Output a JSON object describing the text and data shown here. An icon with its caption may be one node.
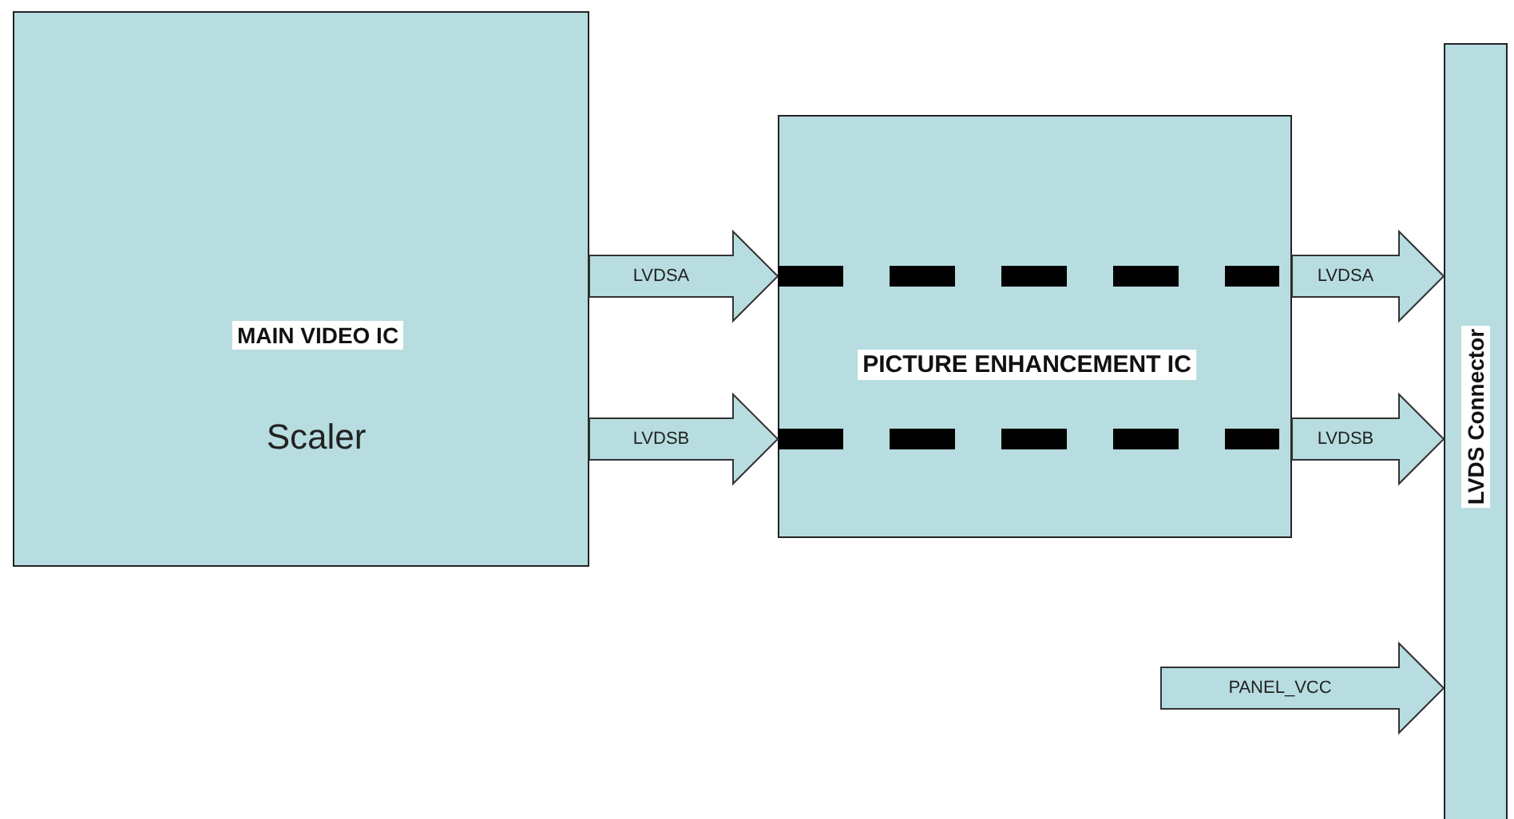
{
  "diagram": {
    "nodes": [
      {
        "text": [
          "MAIN VIDEO IC",
          "Scaler"
        ]
      },
      {
        "text": [
          "PICTURE ENHANCEMENT IC"
        ]
      },
      {
        "text": [
          "LVDS Connector"
        ]
      }
    ],
    "edges": [
      {
        "from": 0,
        "to": 1,
        "arrow": "to",
        "label": "LVDSA"
      },
      {
        "from": 0,
        "to": 1,
        "arrow": "to",
        "label": "LVDSB"
      },
      {
        "from": 1,
        "to": 2,
        "arrow": "to",
        "label": "LVDSA"
      },
      {
        "from": 1,
        "to": 2,
        "arrow": "to",
        "label": "LVDSB"
      },
      {
        "from": null,
        "to": 2,
        "arrow": "to",
        "label": "PANEL_VCC"
      }
    ]
  }
}
